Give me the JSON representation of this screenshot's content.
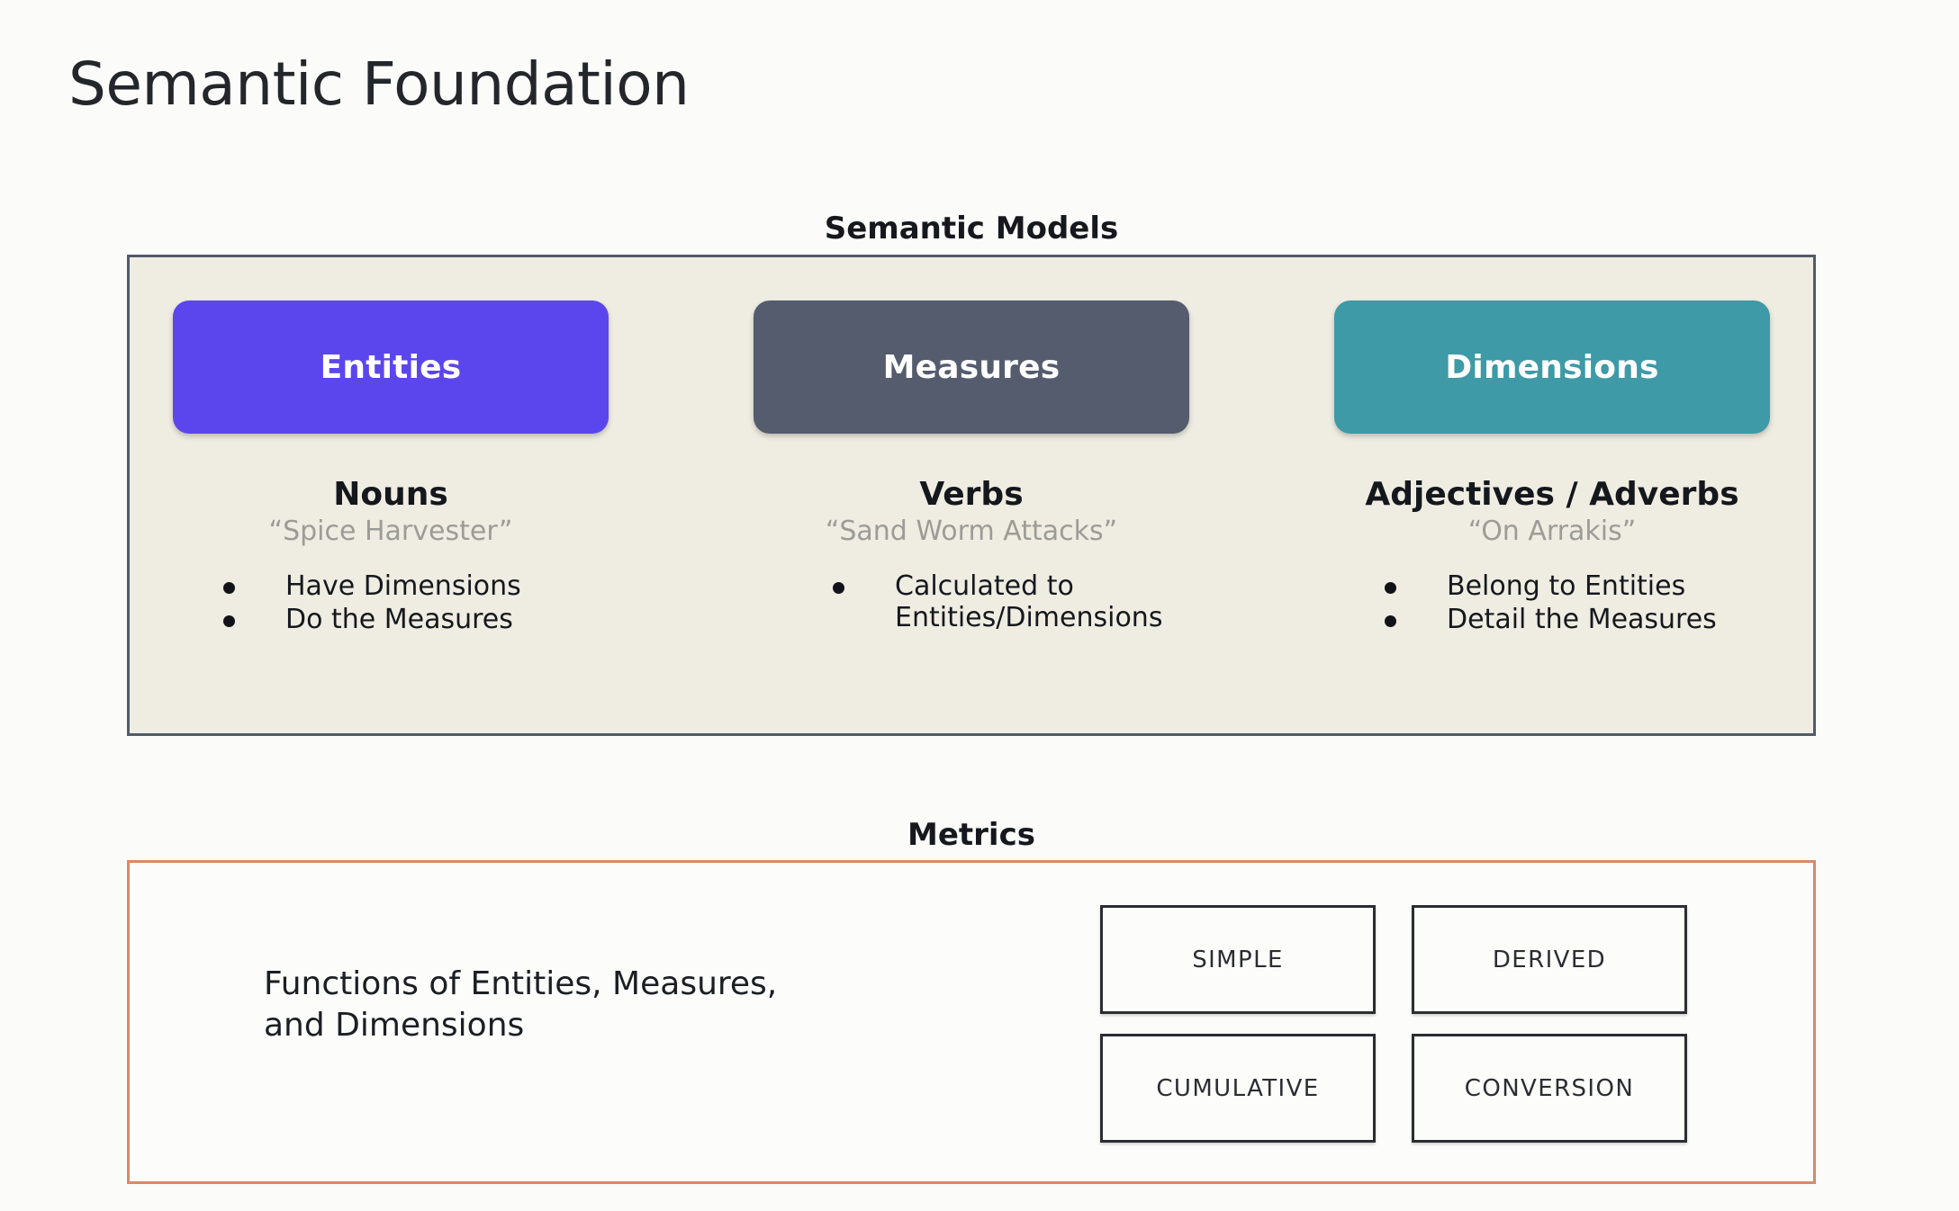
{
  "slide": {
    "title": "Semantic Foundation",
    "background_color": "#fbfcf9"
  },
  "semantic_models": {
    "heading": "Semantic Models",
    "panel_fill": "#efede2",
    "panel_border": "#525a6b",
    "columns": [
      {
        "pill_label": "Entities",
        "pill_color": "#5b46ee",
        "part_of_speech": "Nouns",
        "example": "“Spice Harvester”",
        "traits": [
          "Have Dimensions",
          "Do the Measures"
        ]
      },
      {
        "pill_label": "Measures",
        "pill_color": "#545c6e",
        "part_of_speech": "Verbs",
        "example": "“Sand Worm Attacks”",
        "traits": [
          "Calculated to\nEntities/Dimensions"
        ]
      },
      {
        "pill_label": "Dimensions",
        "pill_color": "#3d9aa6",
        "part_of_speech": "Adjectives / Adverbs",
        "example": "“On Arrakis”",
        "traits": [
          "Belong to Entities",
          "Detail the Measures"
        ]
      }
    ]
  },
  "metrics": {
    "heading": "Metrics",
    "panel_border": "#d9886b",
    "description": "Functions of Entities, Measures,\nand Dimensions",
    "types": [
      "SIMPLE",
      "DERIVED",
      "CUMULATIVE",
      "CONVERSION"
    ]
  }
}
